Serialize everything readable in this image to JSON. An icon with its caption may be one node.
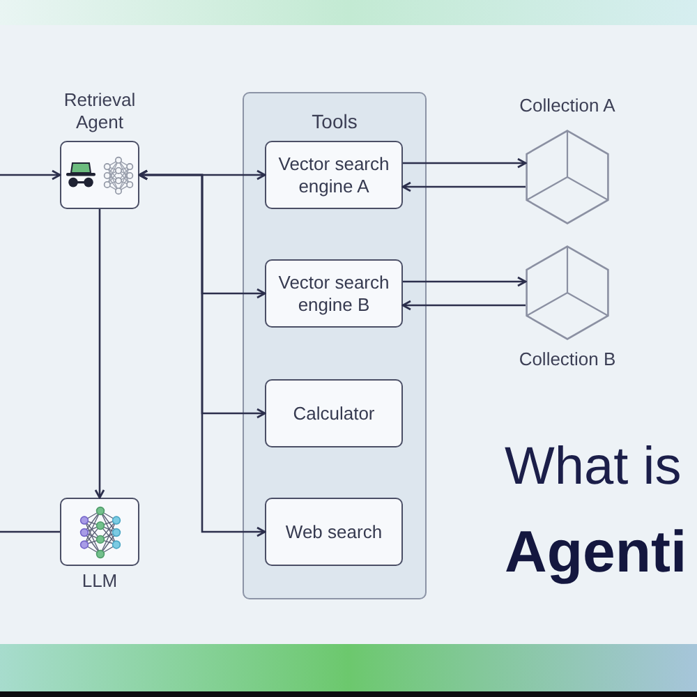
{
  "diagram": {
    "nodes": [
      {
        "text": [
          "Retrieval Agent"
        ]
      },
      {
        "text": [
          "Tools"
        ]
      },
      {
        "text": [
          "Vector search engine A"
        ],
        "in": 1
      },
      {
        "text": [
          "Vector search engine B"
        ],
        "in": 1
      },
      {
        "text": [
          "Calculator"
        ],
        "in": 1
      },
      {
        "text": [
          "Web search"
        ],
        "in": 1
      },
      {
        "text": [
          "Collection A"
        ]
      },
      {
        "text": [
          "Collection B"
        ]
      },
      {
        "text": [
          "LLM"
        ]
      }
    ],
    "edges": [
      {
        "from": null,
        "to": 0,
        "arrow": "to"
      },
      {
        "from": 0,
        "to": 2,
        "arrow": "both"
      },
      {
        "from": 0,
        "to": 3,
        "arrow": "both"
      },
      {
        "from": 0,
        "to": 4,
        "arrow": "both"
      },
      {
        "from": 0,
        "to": 5,
        "arrow": "both"
      },
      {
        "from": 2,
        "to": 6,
        "arrow": "to"
      },
      {
        "from": 6,
        "to": 2,
        "arrow": "to"
      },
      {
        "from": 3,
        "to": 7,
        "arrow": "to"
      },
      {
        "from": 7,
        "to": 3,
        "arrow": "to"
      },
      {
        "from": 0,
        "to": 8,
        "arrow": "to"
      },
      {
        "from": null,
        "to": 8,
        "arrow": "none"
      }
    ],
    "labels": [
      "What is",
      "Agenti"
    ]
  }
}
